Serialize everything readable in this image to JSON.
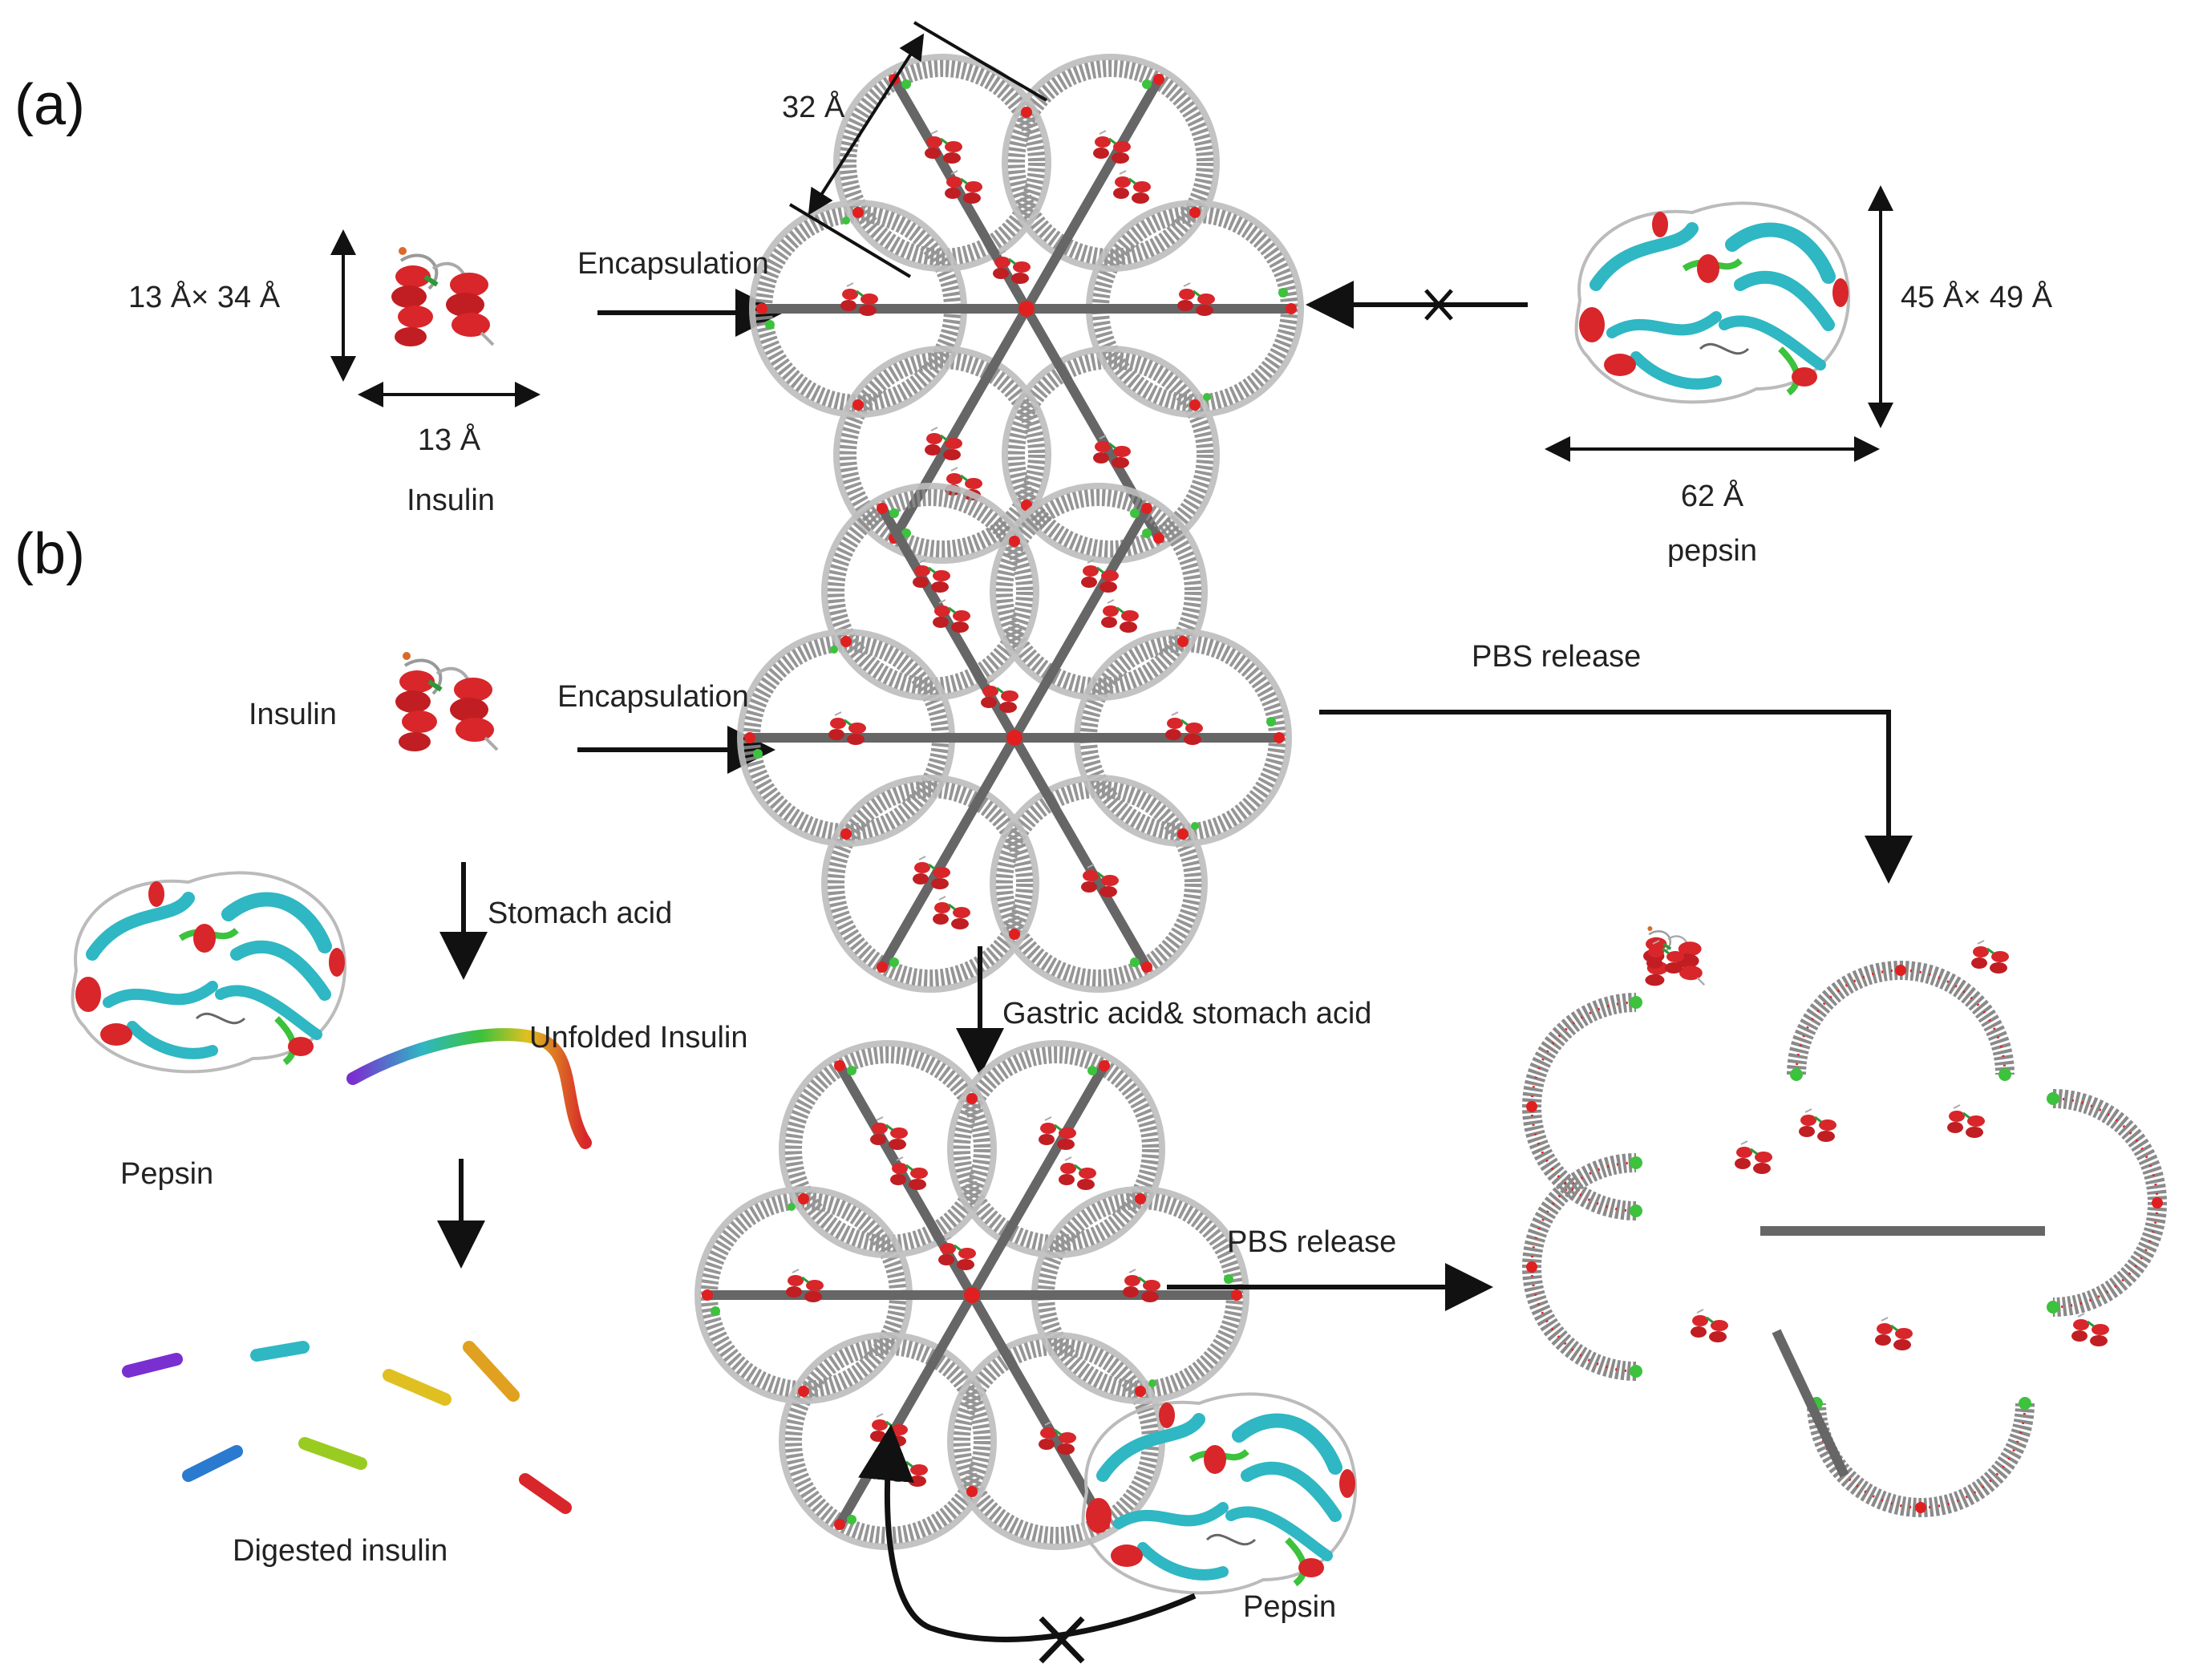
{
  "panel_a": {
    "label": "(a)",
    "dim_pore": "32 Å",
    "insulin_dims": "13 Å× 34 Å",
    "insulin_width": "13 Å",
    "insulin_name": "Insulin",
    "encapsulation": "Encapsulation",
    "pepsin_dims": "45 Å× 49 Å",
    "pepsin_width": "62 Å",
    "pepsin_name": "pepsin"
  },
  "panel_b": {
    "label": "(b)",
    "insulin": "Insulin",
    "encapsulation": "Encapsulation",
    "pbs_release_top": "PBS release",
    "stomach_acid": "Stomach acid",
    "unfolded_insulin": "Unfolded Insulin",
    "pepsin_left": "Pepsin",
    "digested_insulin": "Digested insulin",
    "gastric_acid": "Gastric acid& stomach acid",
    "pbs_release_mid": "PBS release",
    "pepsin_bottom": "Pepsin"
  },
  "colors": {
    "helix": "#d8262a",
    "sheet": "#2fb7c3",
    "mof": "#8a8a8a",
    "node_red": "#e02020",
    "node_green": "#3cc23c",
    "arrow": "#111111"
  }
}
